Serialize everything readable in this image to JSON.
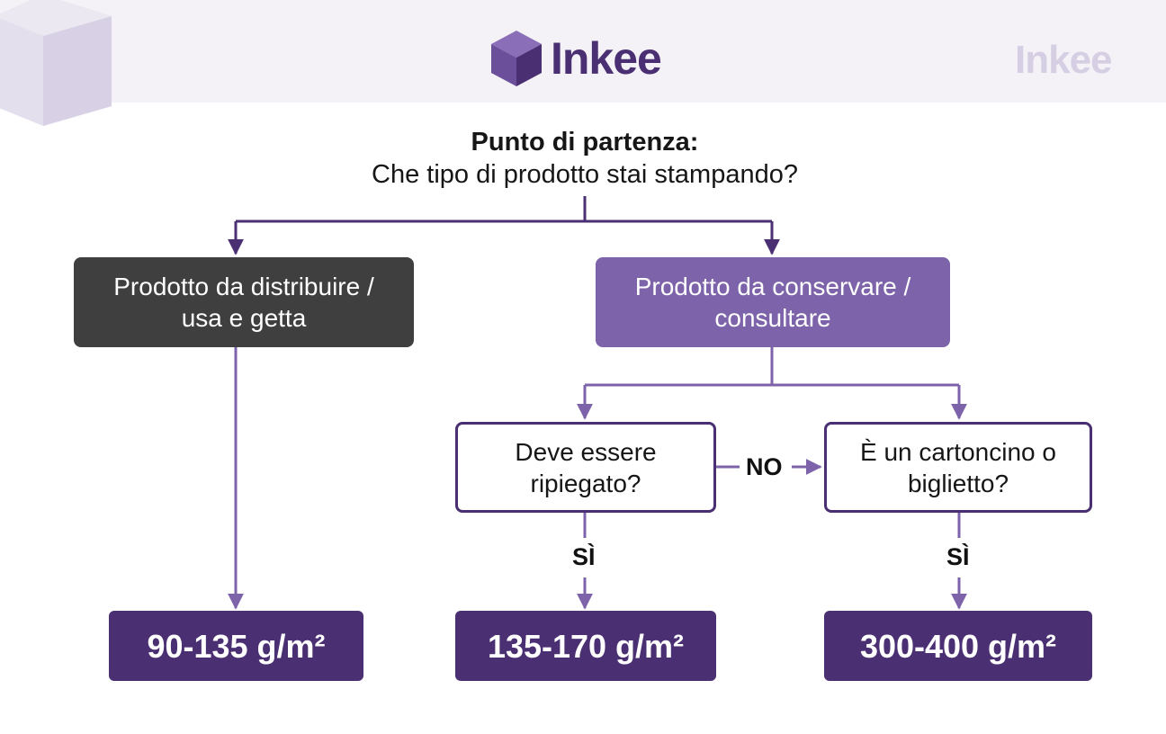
{
  "header": {
    "brand": "Inkee",
    "watermark": "Inkee"
  },
  "start": {
    "title": "Punto di partenza:",
    "question": "Che tipo di prodotto stai stampando?"
  },
  "nodes": {
    "distribute": "Prodotto da distribuire / usa e getta",
    "keep": "Prodotto da conservare / consultare",
    "folded": "Deve essere ripiegato?",
    "card": "È un cartoncino o biglietto?"
  },
  "labels": {
    "no": "NO",
    "yes_left": "SÌ",
    "yes_right": "SÌ"
  },
  "results": {
    "light": "90-135 g/m²",
    "medium": "135-170 g/m²",
    "heavy": "300-400 g/m²"
  },
  "colors": {
    "brand_purple": "#4a2f72",
    "accent_purple": "#7d63a9",
    "dark_gray": "#3f3f3f",
    "header_bg": "#f4f2f7"
  }
}
